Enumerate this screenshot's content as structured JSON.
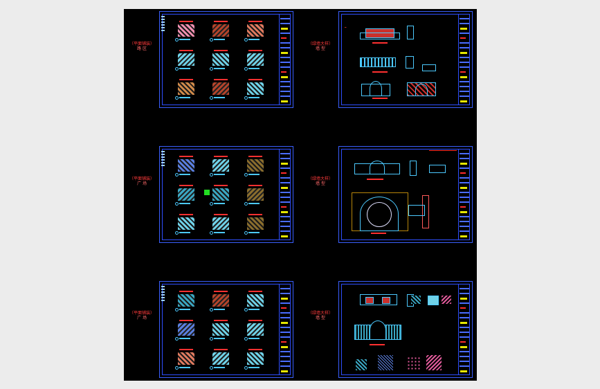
{
  "canvas": {
    "background": "#000000",
    "frame_color": "#3a5fff",
    "label_color": "#ff3b3b"
  },
  "labels": [
    {
      "id": "l1",
      "title": "（平面铺装）",
      "sub": "路 区"
    },
    {
      "id": "l2",
      "title": "（平面铺装）",
      "sub": "广 场"
    },
    {
      "id": "l3",
      "title": "（平面铺装）",
      "sub": "广 场"
    },
    {
      "id": "l4",
      "title": "（绿墙大样）",
      "sub": "墙 型"
    },
    {
      "id": "l5",
      "title": "（绿墙大样）",
      "sub": "墙 型"
    },
    {
      "id": "l6",
      "title": "（绿墙大样）",
      "sub": "墙 型"
    }
  ],
  "sheets": [
    {
      "id": "s1",
      "type": "paving"
    },
    {
      "id": "s2",
      "type": "paving"
    },
    {
      "id": "s3",
      "type": "paving"
    },
    {
      "id": "s4",
      "type": "wall"
    },
    {
      "id": "s5",
      "type": "wall-arch"
    },
    {
      "id": "s6",
      "type": "wall-pattern"
    }
  ],
  "swatch_colors": {
    "pink": "#f08fb0",
    "brown": "#b5442b",
    "salmon": "#e07a5f",
    "cyan": "#6fd2e8",
    "teal": "#3aa7c2",
    "grey": "#aab3bf",
    "olive": "#8a6d2d",
    "orange": "#d08a4a",
    "magenta": "#e05a9a",
    "blue": "#5a7fe0",
    "green": "#22dd22"
  }
}
